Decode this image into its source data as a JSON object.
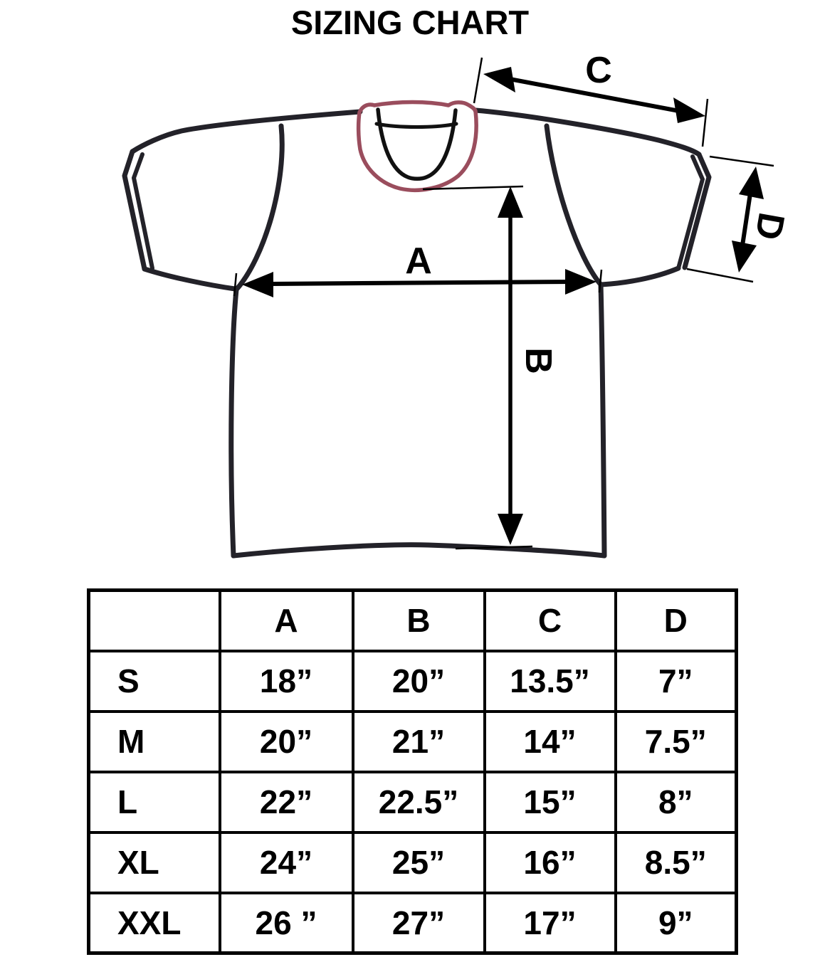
{
  "title": "SIZING CHART",
  "diagram": {
    "labels": {
      "chest": "A",
      "length": "B",
      "shoulder": "C",
      "sleeve": "D"
    },
    "collar_color": "#9a4d5d",
    "shirt_line_color": "#232229",
    "dimension_line_color": "#000000"
  },
  "size_table": {
    "headers": [
      "",
      "A",
      "B",
      "C",
      "D"
    ],
    "rows": [
      {
        "size": "S",
        "values": [
          "18”",
          "20”",
          "13.5”",
          "7”"
        ]
      },
      {
        "size": "M",
        "values": [
          "20”",
          "21”",
          "14”",
          "7.5”"
        ]
      },
      {
        "size": "L",
        "values": [
          "22”",
          "22.5”",
          "15”",
          "8”"
        ]
      },
      {
        "size": "XL",
        "values": [
          "24”",
          "25”",
          "16”",
          "8.5”"
        ]
      },
      {
        "size": "XXL",
        "values": [
          "26 ”",
          "27”",
          "17”",
          "9”"
        ]
      }
    ]
  }
}
